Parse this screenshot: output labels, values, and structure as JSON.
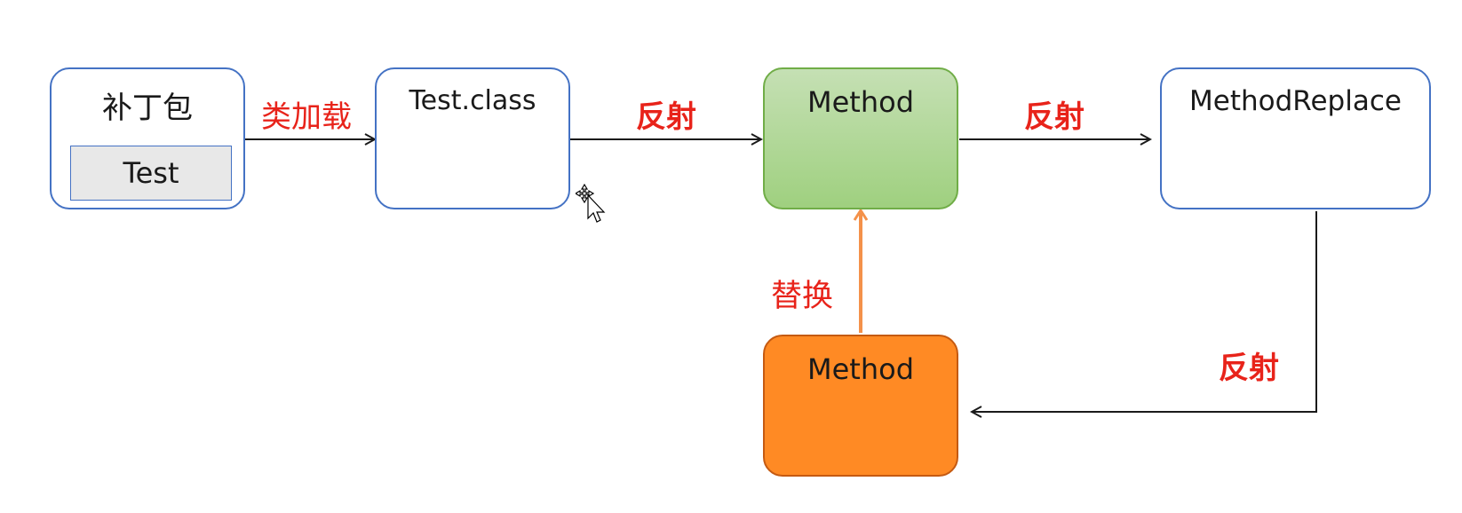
{
  "nodes": {
    "patch_package": {
      "title": "补丁包",
      "inner": "Test"
    },
    "test_class": {
      "title": "Test.class"
    },
    "method_top": {
      "title": "Method"
    },
    "method_replace": {
      "title": "MethodReplace"
    },
    "method_bottom": {
      "title": "Method"
    }
  },
  "edges": {
    "class_loading": "类加载",
    "reflect_1": "反射",
    "reflect_2": "反射",
    "replace": "替换",
    "reflect_3": "反射"
  },
  "colors": {
    "box_border": "#4472c4",
    "green_fill": "#a9d18e",
    "orange_fill": "#ff8a24",
    "label_red": "#e8231a",
    "orange_arrow": "#f4914a"
  }
}
